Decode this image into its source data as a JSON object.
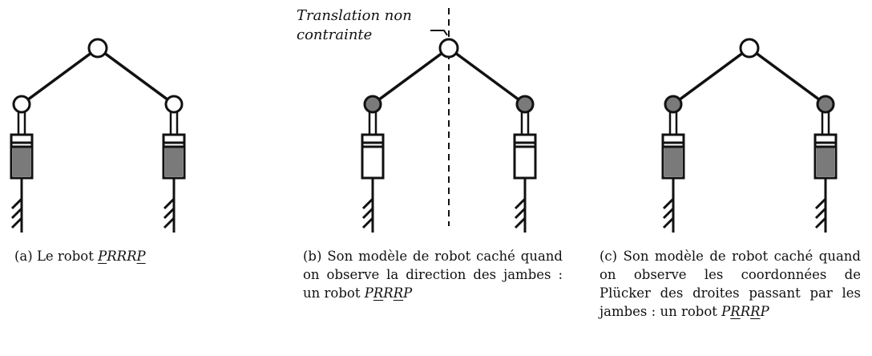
{
  "annotation": {
    "line1": "Translation non",
    "line2": "contrainte"
  },
  "colors": {
    "stroke": "#111111",
    "shaded": "#7a7a7a",
    "open": "#ffffff"
  },
  "captions": {
    "a": {
      "prefix": "(a) Le robot ",
      "robot": [
        "P",
        "R",
        "R",
        "R",
        "P"
      ],
      "underlined": [
        true,
        false,
        false,
        false,
        true
      ]
    },
    "b": {
      "text": "(b) Son modèle de robot caché quand on observe la direction des jambes : un robot ",
      "robot": [
        "P",
        "R",
        "R",
        "R",
        "P"
      ],
      "underlined": [
        false,
        true,
        false,
        true,
        false
      ]
    },
    "c": {
      "text": "(c) Son modèle de robot caché quand on observe les coordonnées de Plücker des droites passant par les jambes : un robot ",
      "robot": [
        "P",
        "R",
        "R",
        "R",
        "P"
      ],
      "underlined": [
        false,
        true,
        false,
        true,
        false
      ]
    }
  },
  "robots": [
    {
      "id": "a",
      "side_joints": "open",
      "prismatic": "shaded",
      "vertical_axis": false
    },
    {
      "id": "b",
      "side_joints": "shaded",
      "prismatic": "open",
      "vertical_axis": true
    },
    {
      "id": "c",
      "side_joints": "shaded",
      "prismatic": "shaded",
      "vertical_axis": false
    }
  ]
}
